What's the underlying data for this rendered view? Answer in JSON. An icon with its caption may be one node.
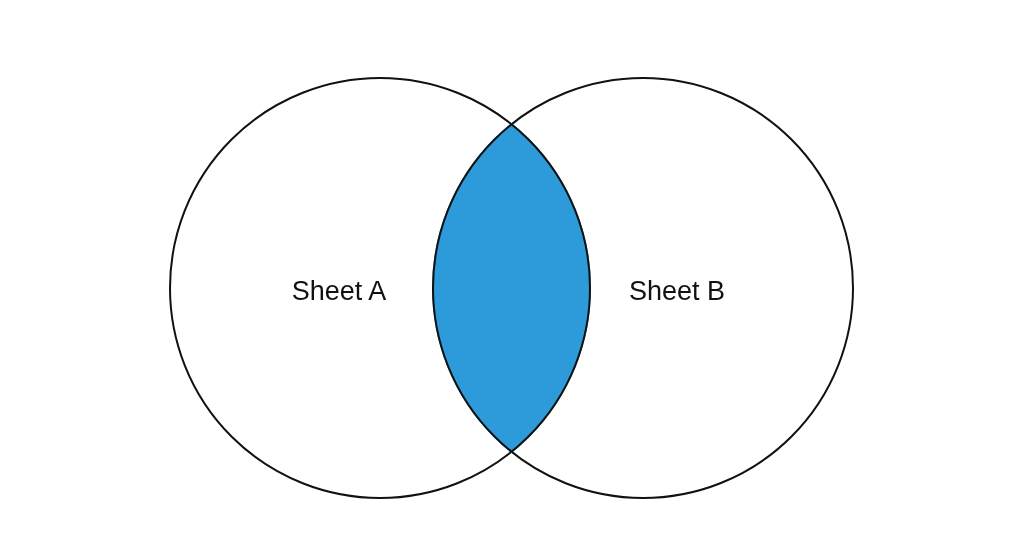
{
  "diagram": {
    "nodes": [
      {
        "text": [
          "Sheet A"
        ]
      },
      {
        "text": [
          "Sheet B"
        ]
      },
      {
        "text": [],
        "shape": "lens"
      }
    ],
    "edges": []
  }
}
